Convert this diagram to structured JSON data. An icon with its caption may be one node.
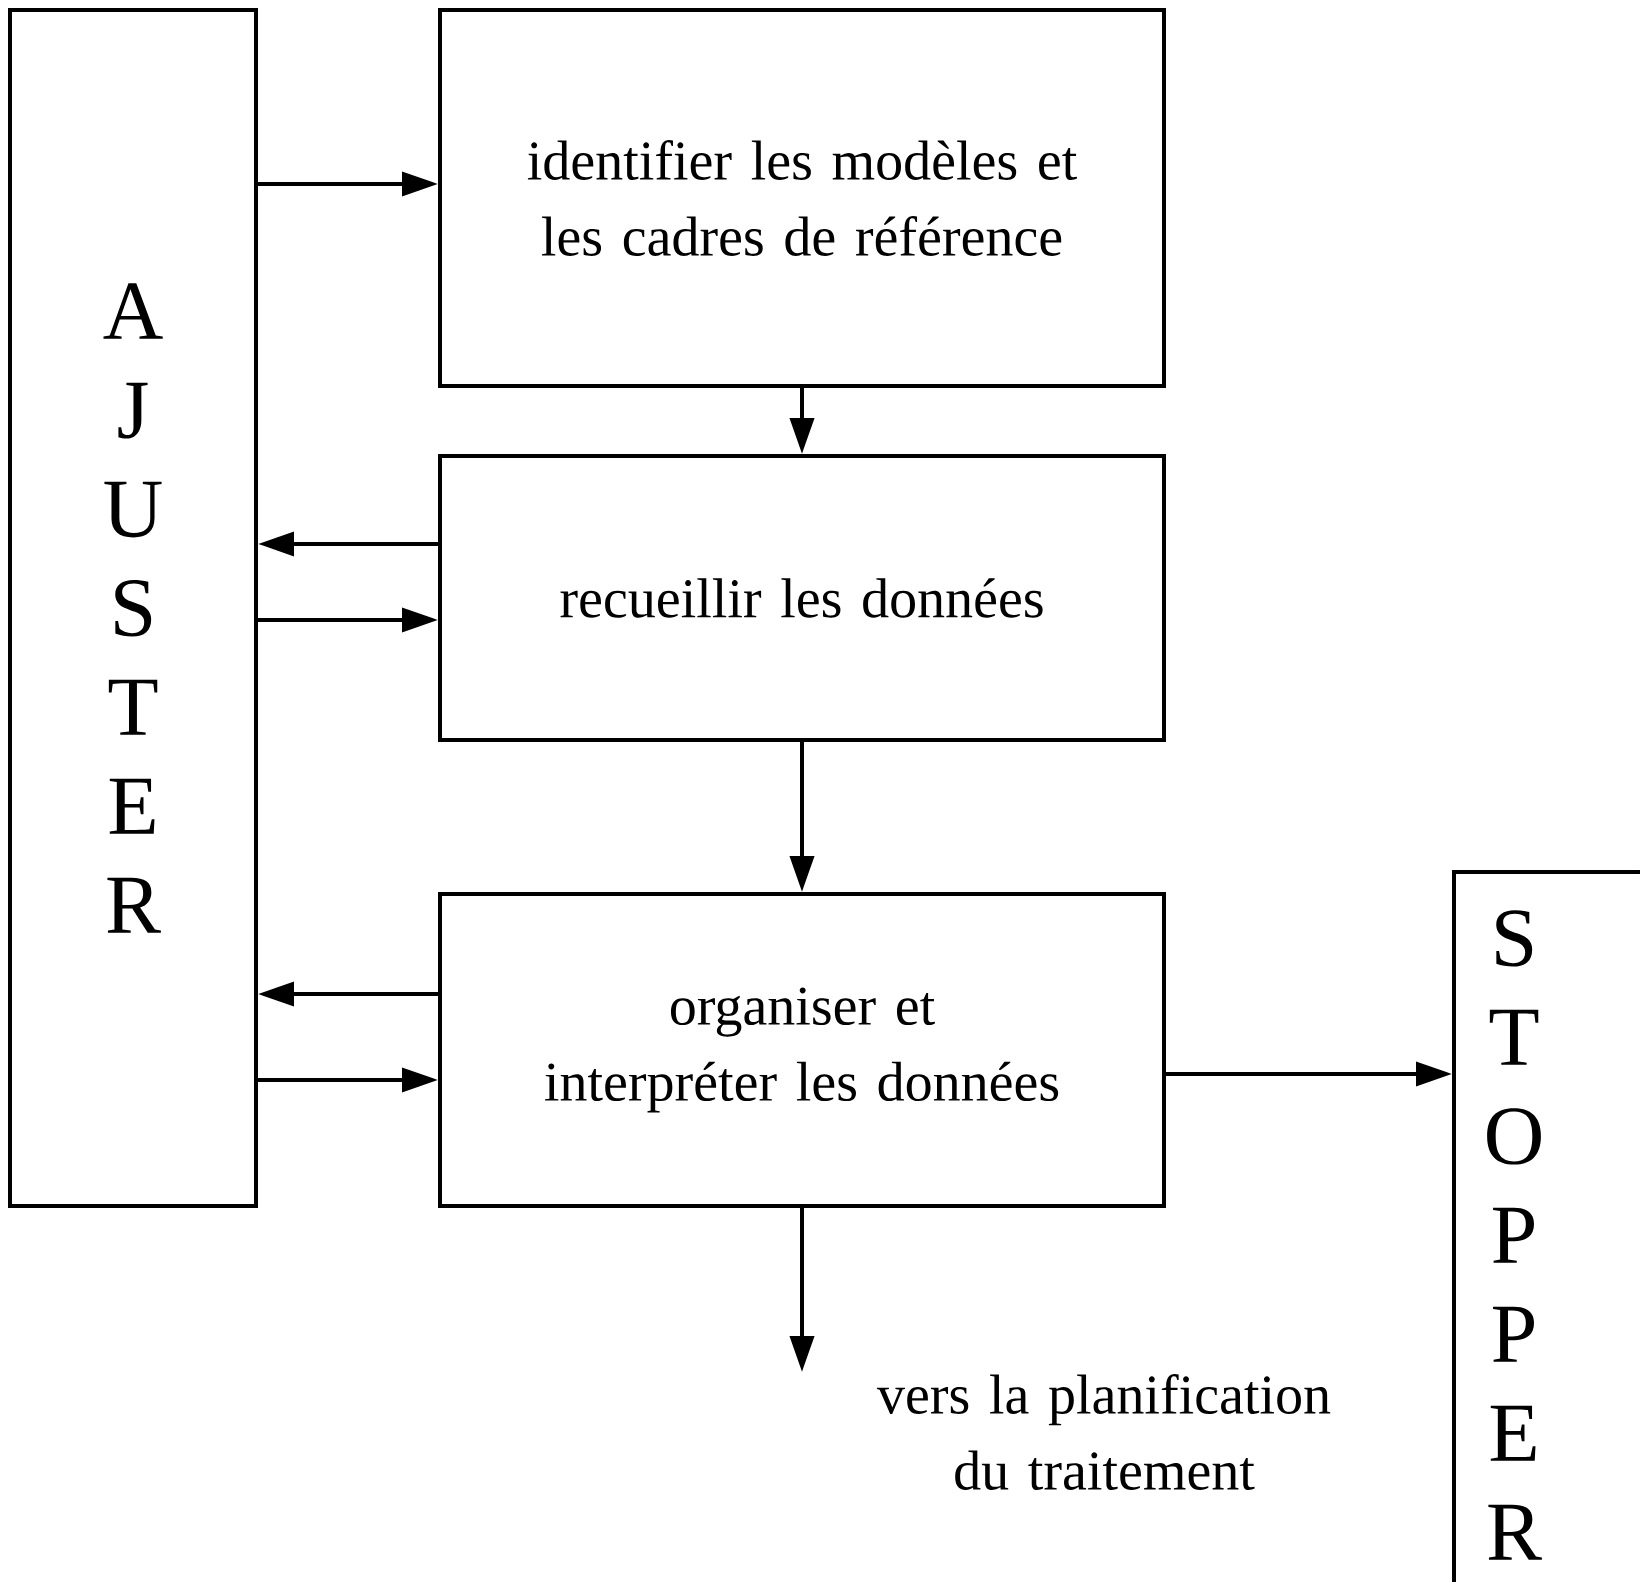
{
  "diagram": {
    "nodes": [
      {
        "text": [
          "AJUSTER"
        ]
      },
      {
        "text": [
          "identifier les modèles et les cadres de référence"
        ]
      },
      {
        "text": [
          "recueillir les données"
        ]
      },
      {
        "text": [
          "organiser et interpréter les données"
        ]
      },
      {
        "text": [
          "STOPPER"
        ]
      },
      {
        "text": [
          "vers la planification du traitement"
        ]
      }
    ],
    "edges": [
      {
        "from": 0,
        "to": 1,
        "arrow": "to"
      },
      {
        "from": 1,
        "to": 2,
        "arrow": "to"
      },
      {
        "from": 2,
        "to": 0,
        "arrow": "to"
      },
      {
        "from": 0,
        "to": 2,
        "arrow": "to"
      },
      {
        "from": 2,
        "to": 3,
        "arrow": "to"
      },
      {
        "from": 3,
        "to": 0,
        "arrow": "to"
      },
      {
        "from": 0,
        "to": 3,
        "arrow": "to"
      },
      {
        "from": 3,
        "to": 4,
        "arrow": "to"
      },
      {
        "from": 3,
        "to": 5,
        "arrow": "to"
      }
    ]
  }
}
